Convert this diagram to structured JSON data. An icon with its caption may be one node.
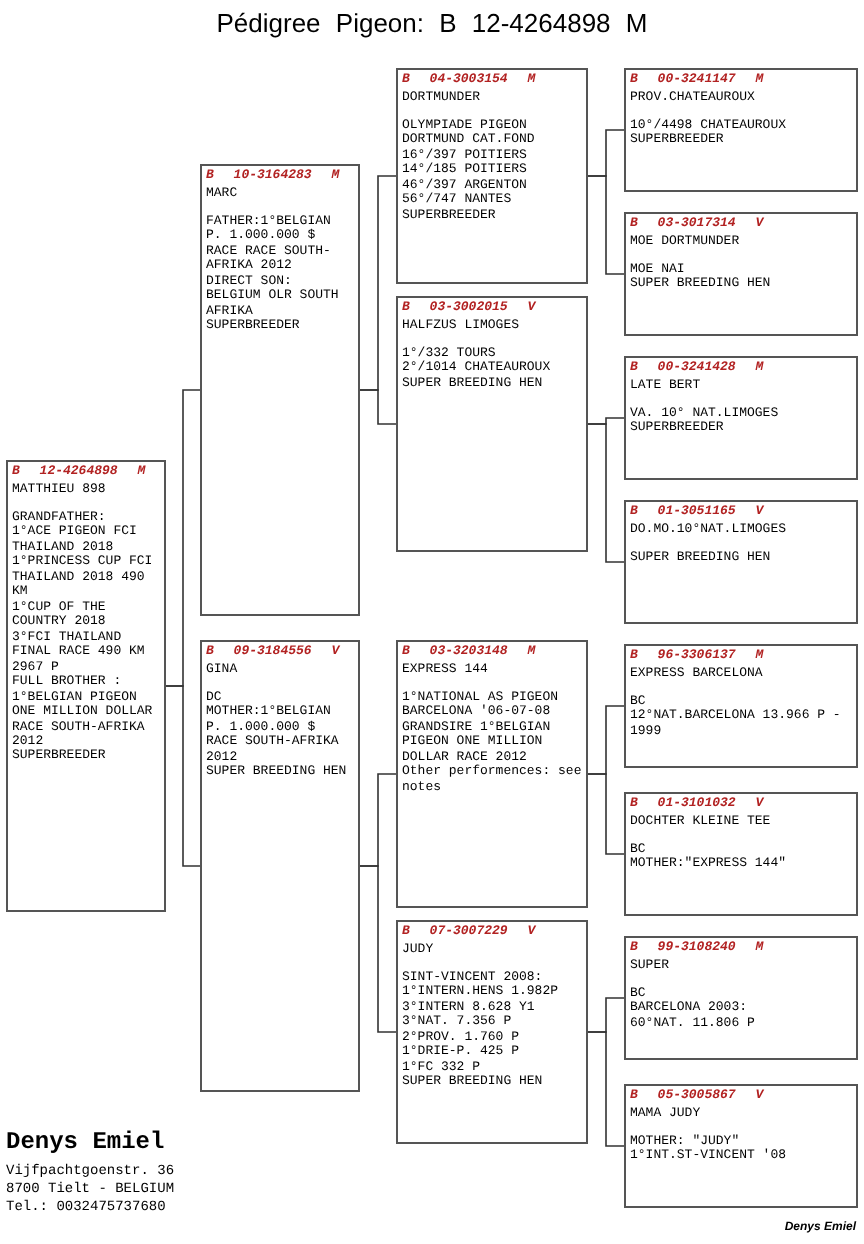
{
  "diagram": {
    "title": "Pédigree Pigeon: B 12-4264898 M",
    "nodes": [
      {
        "text": [
          "B 12-4264898 M",
          "MATTHIEU 898",
          "GRANDFATHER:",
          "1°ACE PIGEON FCI THAILAND 2018",
          "1°PRINCESS CUP FCI THAILAND 2018 490 KM",
          "1°CUP OF THE COUNTRY 2018",
          "3°FCI THAILAND FINAL RACE 490 KM 2967 P",
          "FULL BROTHER :",
          "1°BELGIAN PIGEON ONE MILLION DOLLAR RACE SOUTH-AFRIKA 2012",
          "SUPERBREEDER"
        ]
      },
      {
        "text": [
          "B 10-3164283 M",
          "MARC",
          "FATHER:1°BELGIAN P. 1.000.000 $ RACE RACE SOUTH-AFRIKA 2012",
          "DIRECT SON: BELGIUM OLR SOUTH AFRIKA",
          "SUPERBREEDER"
        ]
      },
      {
        "text": [
          "B 09-3184556 V",
          "GINA",
          "DC",
          "MOTHER:1°BELGIAN P. 1.000.000 $ RACE SOUTH-AFRIKA 2012",
          "SUPER BREEDING HEN"
        ]
      },
      {
        "text": [
          "B 04-3003154 M",
          "DORTMUNDER",
          "OLYMPIADE PIGEON",
          "DORTMUND CAT.FOND",
          "16°/397 POITIERS",
          "14°/185 POITIERS",
          "46°/397 ARGENTON",
          "56°/747 NANTES",
          "SUPERBREEDER"
        ]
      },
      {
        "text": [
          "B 03-3002015 V",
          "HALFZUS LIMOGES",
          "1°/332 TOURS",
          "2°/1014 CHATEAUROUX",
          "SUPER BREEDING HEN"
        ]
      },
      {
        "text": [
          "B 03-3203148 M",
          "EXPRESS 144",
          "1°NATIONAL AS PIGEON BARCELONA '06-07-08",
          "GRANDSIRE 1°BELGIAN PIGEON ONE MILLION DOLLAR RACE 2012",
          "Other performences: see notes"
        ]
      },
      {
        "text": [
          "B 07-3007229 V",
          "JUDY",
          "SINT-VINCENT 2008:",
          "1°INTERN.HENS 1.982P",
          "3°INTERN 8.628 Y1",
          "3°NAT. 7.356 P",
          "2°PROV. 1.760 P",
          "1°DRIE-P. 425 P",
          "1°FC 332 P",
          "SUPER BREEDING HEN"
        ]
      },
      {
        "text": [
          "B 00-3241147 M",
          "PROV.CHATEAUROUX",
          "10°/4498 CHATEAUROUX",
          "SUPERBREEDER"
        ]
      },
      {
        "text": [
          "B 03-3017314 V",
          "MOE DORTMUNDER",
          "MOE NAI",
          "SUPER BREEDING HEN"
        ]
      },
      {
        "text": [
          "B 00-3241428 M",
          "LATE BERT",
          "VA. 10° NAT.LIMOGES",
          "SUPERBREEDER"
        ]
      },
      {
        "text": [
          "B 01-3051165 V",
          "DO.MO.10°NAT.LIMOGES",
          "SUPER BREEDING HEN"
        ]
      },
      {
        "text": [
          "B 96-3306137 M",
          "EXPRESS BARCELONA",
          "BC",
          "12°NAT.BARCELONA 13.966 P - 1999"
        ]
      },
      {
        "text": [
          "B 01-3101032 V",
          "DOCHTER KLEINE TEE",
          "BC",
          "MOTHER:\"EXPRESS 144\""
        ]
      },
      {
        "text": [
          "B 99-3108240 M",
          "SUPER",
          "BC",
          "BARCELONA 2003:",
          "60°NAT. 11.806 P"
        ]
      },
      {
        "text": [
          "B 05-3005867 V",
          "MAMA JUDY",
          "MOTHER: \"JUDY\"",
          "1°INT.ST-VINCENT '08"
        ]
      }
    ],
    "edges": [
      {
        "from": 0,
        "to": 1,
        "arrow": "none"
      },
      {
        "from": 0,
        "to": 2,
        "arrow": "none"
      },
      {
        "from": 1,
        "to": 3,
        "arrow": "none"
      },
      {
        "from": 1,
        "to": 4,
        "arrow": "none"
      },
      {
        "from": 2,
        "to": 5,
        "arrow": "none"
      },
      {
        "from": 2,
        "to": 6,
        "arrow": "none"
      },
      {
        "from": 3,
        "to": 7,
        "arrow": "none"
      },
      {
        "from": 3,
        "to": 8,
        "arrow": "none"
      },
      {
        "from": 4,
        "to": 9,
        "arrow": "none"
      },
      {
        "from": 4,
        "to": 10,
        "arrow": "none"
      },
      {
        "from": 5,
        "to": 11,
        "arrow": "none"
      },
      {
        "from": 5,
        "to": 12,
        "arrow": "none"
      },
      {
        "from": 6,
        "to": 13,
        "arrow": "none"
      },
      {
        "from": 6,
        "to": 14,
        "arrow": "none"
      }
    ],
    "labels": [
      "Denys Emiel",
      "Vijfpachtgoenstr. 36",
      "8700 Tielt - BELGIUM",
      "Tel.: 0032475737680",
      "Denys Emiel"
    ]
  }
}
